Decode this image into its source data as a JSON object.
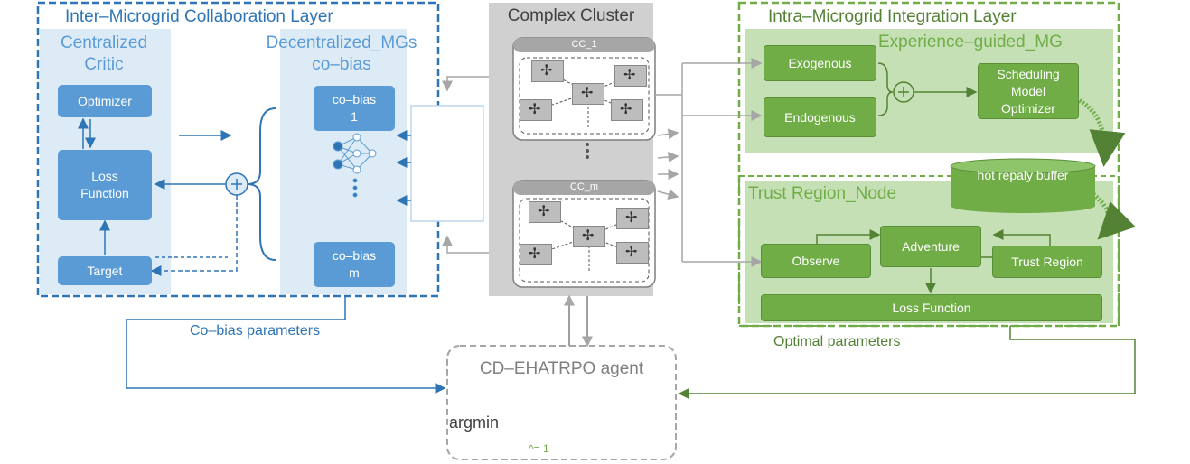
{
  "inter_layer": {
    "title": "Inter–Microgrid Collaboration Layer",
    "critic_label": "Centralized\nCritic",
    "decentralized_label": "Decentralized_MGs\nco–bias",
    "optimizer": "Optimizer",
    "loss_function": "Loss\nFunction",
    "target": "Target",
    "cobias_1": "co–bias\n1",
    "cobias_m": "co–bias\nm",
    "cobias_params": "Co–bias parameters"
  },
  "complex_cluster": {
    "title": "Complex Cluster",
    "cc1": "CC_1",
    "ccm": "CC_m"
  },
  "intra_layer": {
    "title": "Intra–Microgrid Integration Layer",
    "experience_label": "Experience–guided_MG",
    "exogenous": "Exogenous",
    "endogenous": "Endogenous",
    "scheduling": "Scheduling\nModel\nOptimizer",
    "buffer_title": "hot repaly buffer",
    "trust_region_node": "Trust Region_Node",
    "observe": "Observe",
    "adventure": "Adventure",
    "trust_region": "Trust Region",
    "loss_function": "Loss Function",
    "optimal_params": "Optimal parameters"
  },
  "agent": {
    "title": "CD–EHATRPO agent",
    "argmin": "argmin",
    "index": "^= 1"
  },
  "colors": {
    "blue": "#5b9bd5",
    "blue_dark": "#2e75b6",
    "blue_light": "#ddebf7",
    "green": "#70ad47",
    "green_dark": "#548235",
    "green_light": "#c5e0b4",
    "gray": "#d0d0d0"
  }
}
